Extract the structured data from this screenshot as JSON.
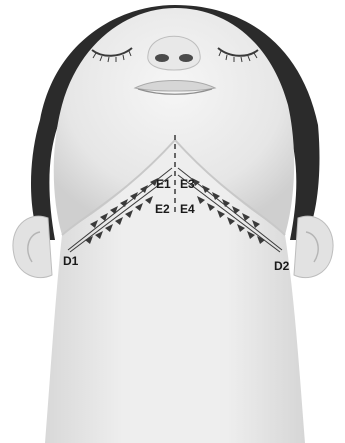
{
  "labels": {
    "e1": "E1",
    "e2": "E2",
    "e3": "E3",
    "e4": "E4",
    "d1": "D1",
    "d2": "D2"
  },
  "colors": {
    "skin": "#ececec",
    "skin_shadow": "#d2d2d2",
    "hair": "#2b2b2b",
    "marks": "#3a3a3a"
  },
  "icons": {
    "closed_eye": "closed-eye",
    "nose": "nose",
    "mouth": "mouth",
    "ear": "ear",
    "triangle_marker": "triangle-marker"
  }
}
